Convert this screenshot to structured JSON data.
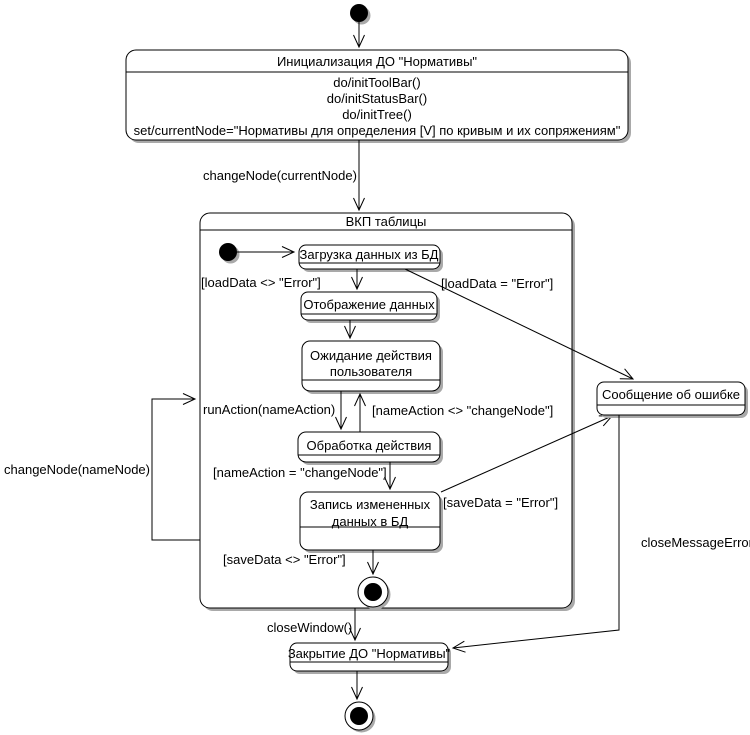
{
  "colors": {
    "line": "#000000",
    "state_fill": "#ffffff",
    "shadow": "#a9a9a9",
    "background": "#ffffff",
    "text": "#000000"
  },
  "states": {
    "initialization": {
      "title": "Инициализация ДО \"Нормативы\"",
      "actions": [
        "do/initToolBar()",
        "do/initStatusBar()",
        "do/initTree()",
        "set/currentNode=\"Нормативы для определения [V] по кривым и их сопряжениям\""
      ]
    },
    "vkp_table": {
      "title": "ВКП таблицы"
    },
    "load_data": {
      "label": "Загрузка данных из БД"
    },
    "display_data": {
      "label": "Отображение данных"
    },
    "wait_user_action": {
      "line1": "Ожидание действия",
      "line2": "пользователя"
    },
    "process_action": {
      "label": "Обработка действия"
    },
    "write_data": {
      "line1": "Запись измененных",
      "line2": "данных в БД"
    },
    "error_message": {
      "label": "Сообщение об ошибке"
    },
    "close_do": {
      "label": "Закрытие ДО \"Нормативы\""
    }
  },
  "transitions": {
    "change_node_current": "changeNode(currentNode)",
    "load_ok": "[loadData <> \"Error\"]",
    "load_error": "[loadData = \"Error\"]",
    "run_action": "runAction(nameAction)",
    "name_action_neq": "[nameAction <> \"changeNode\"]",
    "name_action_eq": "[nameAction = \"changeNode\"]",
    "save_error": "[saveData = \"Error\"]",
    "save_ok": "[saveData <> \"Error\"]",
    "change_node_name": "changeNode(nameNode)",
    "close_message_error": "closeMessageError()",
    "close_window": "closeWindow()"
  }
}
